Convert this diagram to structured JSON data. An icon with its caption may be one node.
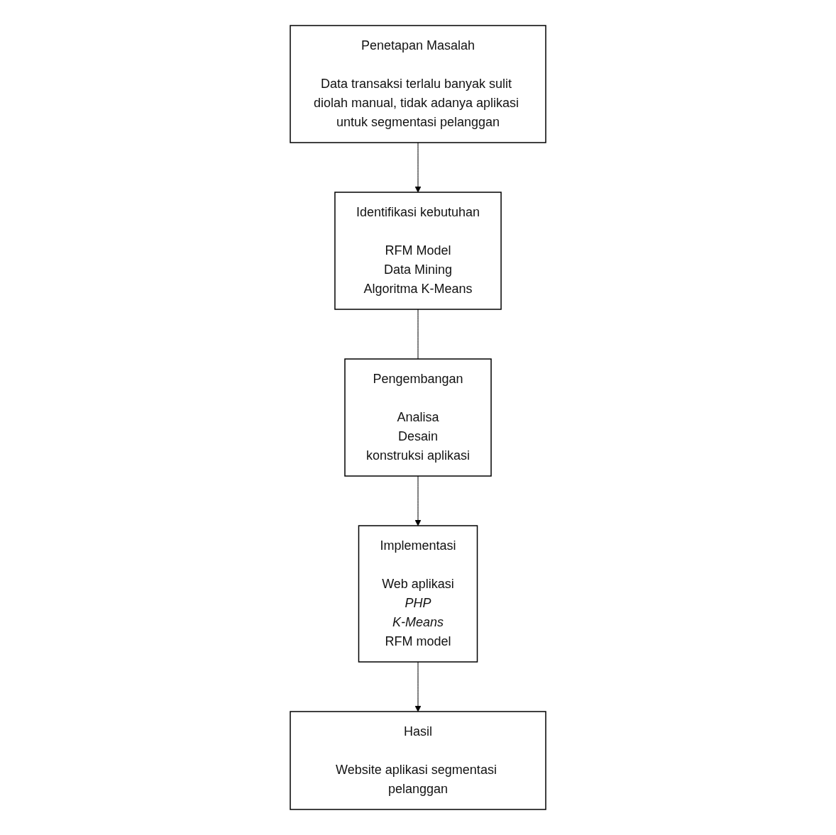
{
  "diagram": {
    "nodes": [
      {
        "text": [
          "Penetapan Masalah",
          "Data transaksi terlalu banyak sulit diolah manual, tidak adanya aplikasi untuk segmentasi pelanggan"
        ]
      },
      {
        "text": [
          "Identifikasi kebutuhan",
          "RFM Model",
          "Data Mining",
          "Algoritma K-Means"
        ]
      },
      {
        "text": [
          "Implementasi",
          "Web aplikasi",
          "*PHP*",
          "*K-Means*",
          "RFM model"
        ]
      },
      {
        "text": [
          "Pengembangan",
          "Analisa",
          "Desain",
          "konstruksi aplikasi"
        ]
      },
      {
        "text": [
          "Hasil",
          "Website aplikasi segmentasi pelanggan"
        ]
      }
    ],
    "edges": [
      {
        "from": 0,
        "to": 1,
        "arrow": "to"
      },
      {
        "from": 1,
        "to": 3,
        "arrow": "none"
      },
      {
        "from": 3,
        "to": 2,
        "arrow": "to"
      },
      {
        "from": 2,
        "to": 4,
        "arrow": "to"
      }
    ]
  }
}
